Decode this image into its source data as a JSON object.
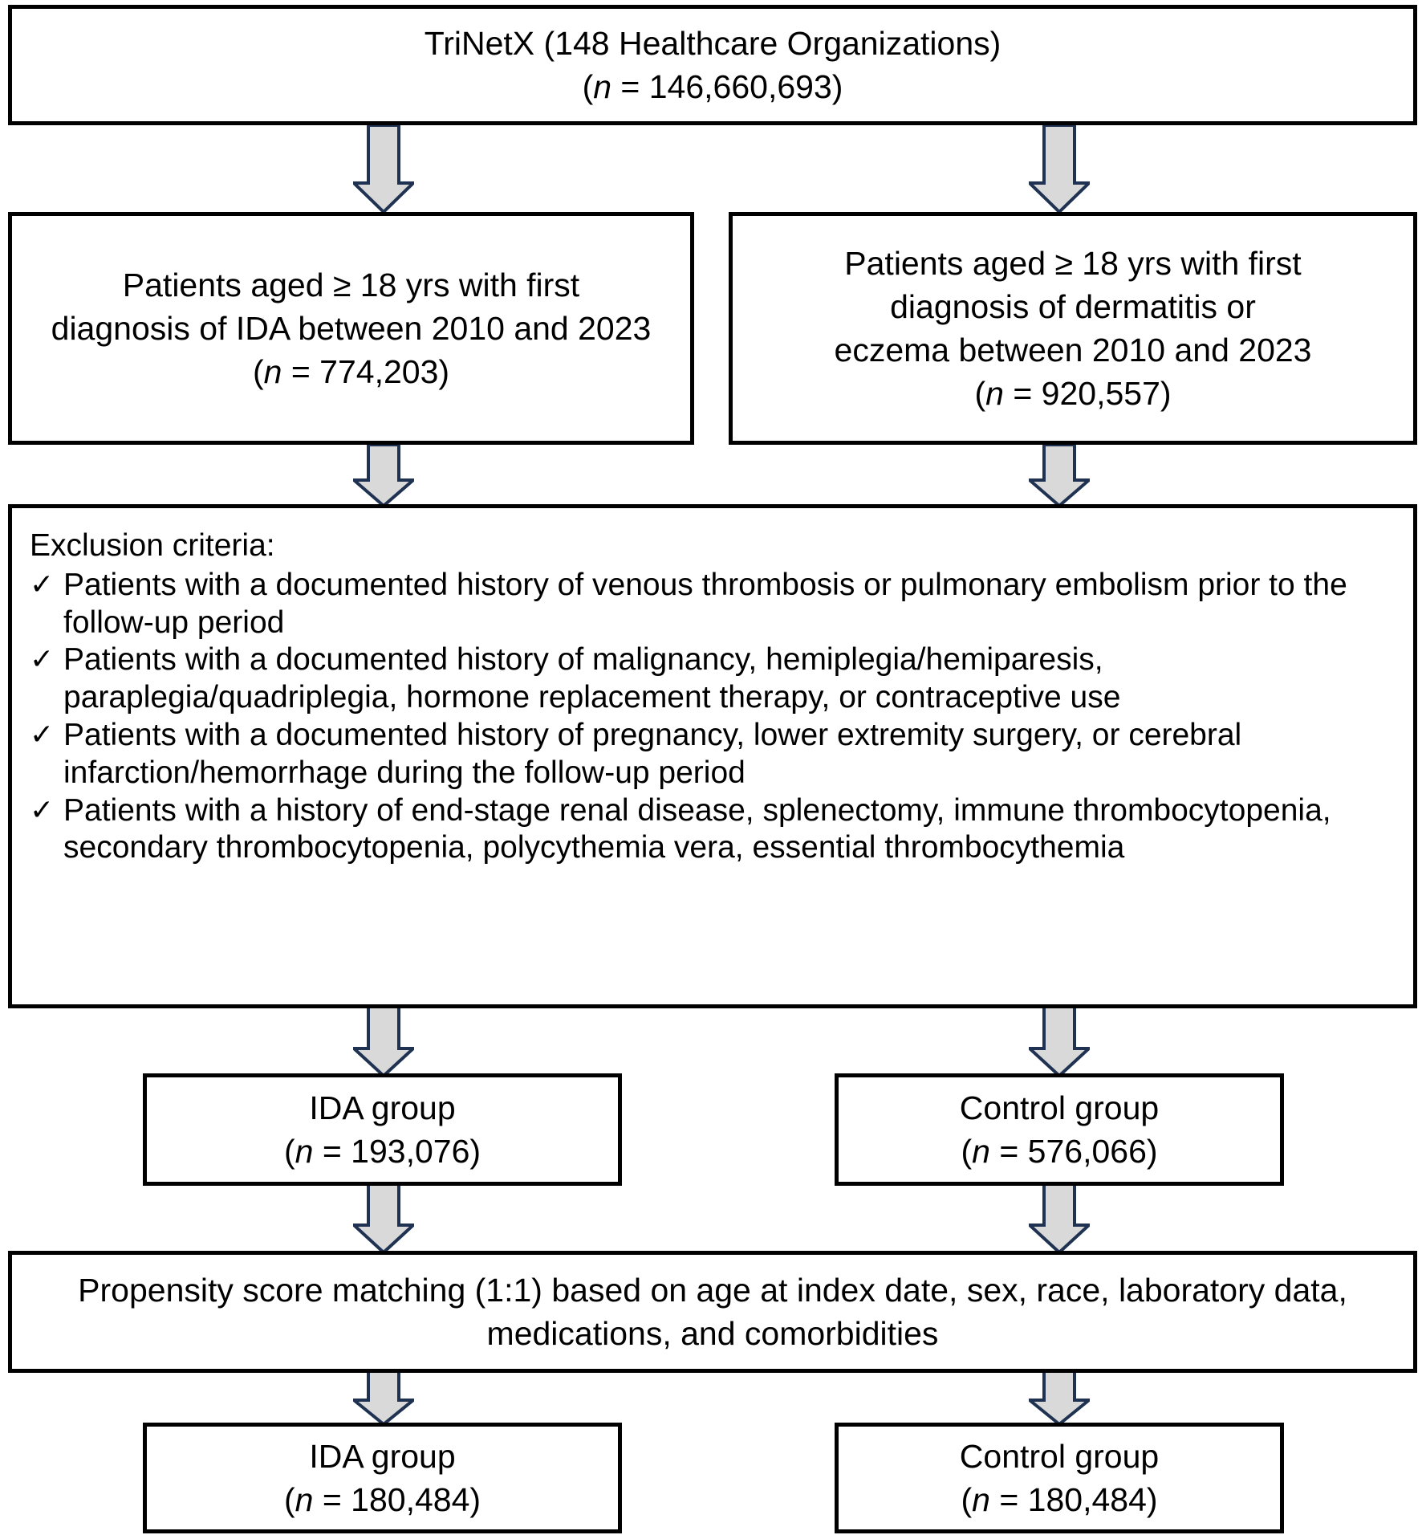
{
  "diagram": {
    "title": "Study cohort selection flowchart",
    "colors": {
      "box_border": "#000000",
      "box_fill": "#FFFFFF",
      "arrow_fill": "#D9D9D9",
      "arrow_stroke": "#1F3251",
      "text": "#000000"
    },
    "boxes": {
      "source": {
        "line1": "TriNetX (148 Healthcare Organizations)",
        "line2_prefix": "(",
        "line2_n": "n",
        "line2_suffix": " = 146,660,693)"
      },
      "ida_cohort": {
        "line1": "Patients aged ≥ 18 yrs with first",
        "line2": "diagnosis of IDA between 2010 and 2023",
        "line3_prefix": "(",
        "line3_n": "n",
        "line3_suffix": " = 774,203)"
      },
      "control_cohort": {
        "line1": "Patients aged ≥ 18 yrs with first",
        "line2": "diagnosis of dermatitis or",
        "line3": "eczema between 2010 and 2023",
        "line4_prefix": "(",
        "line4_n": "n",
        "line4_suffix": " = 920,557)"
      },
      "exclusion": {
        "title": "Exclusion criteria:",
        "check_glyph": "✓",
        "items": [
          "Patients with a documented history of venous thrombosis or pulmonary embolism prior to the follow-up period",
          "Patients with a documented history of malignancy, hemiplegia/hemiparesis, paraplegia/quadriplegia, hormone replacement therapy, or contraceptive use",
          "Patients with a documented history of pregnancy, lower extremity surgery, or cerebral infarction/hemorrhage during the follow-up period",
          "Patients with a history of end-stage renal disease, splenectomy, immune thrombocytopenia, secondary thrombocytopenia, polycythemia vera, essential thrombocythemia"
        ]
      },
      "ida_group_1": {
        "line1": "IDA group",
        "line2_prefix": "(",
        "line2_n": "n",
        "line2_suffix": " = 193,076)"
      },
      "control_group_1": {
        "line1": "Control group",
        "line2_prefix": "(",
        "line2_n": "n",
        "line2_suffix": " = 576,066)"
      },
      "psm": {
        "line1": "Propensity score matching (1:1) based on age at index date, sex, race, laboratory data,",
        "line2": "medications, and comorbidities"
      },
      "ida_group_2": {
        "line1": "IDA group",
        "line2_prefix": "(",
        "line2_n": "n",
        "line2_suffix": " = 180,484)"
      },
      "control_group_2": {
        "line1": "Control group",
        "line2_prefix": "(",
        "line2_n": "n",
        "line2_suffix": " = 180,484)"
      }
    },
    "arrows": [
      {
        "name": "arrow-source-to-ida-cohort"
      },
      {
        "name": "arrow-source-to-control-cohort"
      },
      {
        "name": "arrow-ida-cohort-to-exclusion"
      },
      {
        "name": "arrow-control-cohort-to-exclusion"
      },
      {
        "name": "arrow-exclusion-to-ida-group"
      },
      {
        "name": "arrow-exclusion-to-control-group"
      },
      {
        "name": "arrow-ida-group-to-psm"
      },
      {
        "name": "arrow-control-group-to-psm"
      },
      {
        "name": "arrow-psm-to-ida-group-matched"
      },
      {
        "name": "arrow-psm-to-control-group-matched"
      }
    ]
  }
}
